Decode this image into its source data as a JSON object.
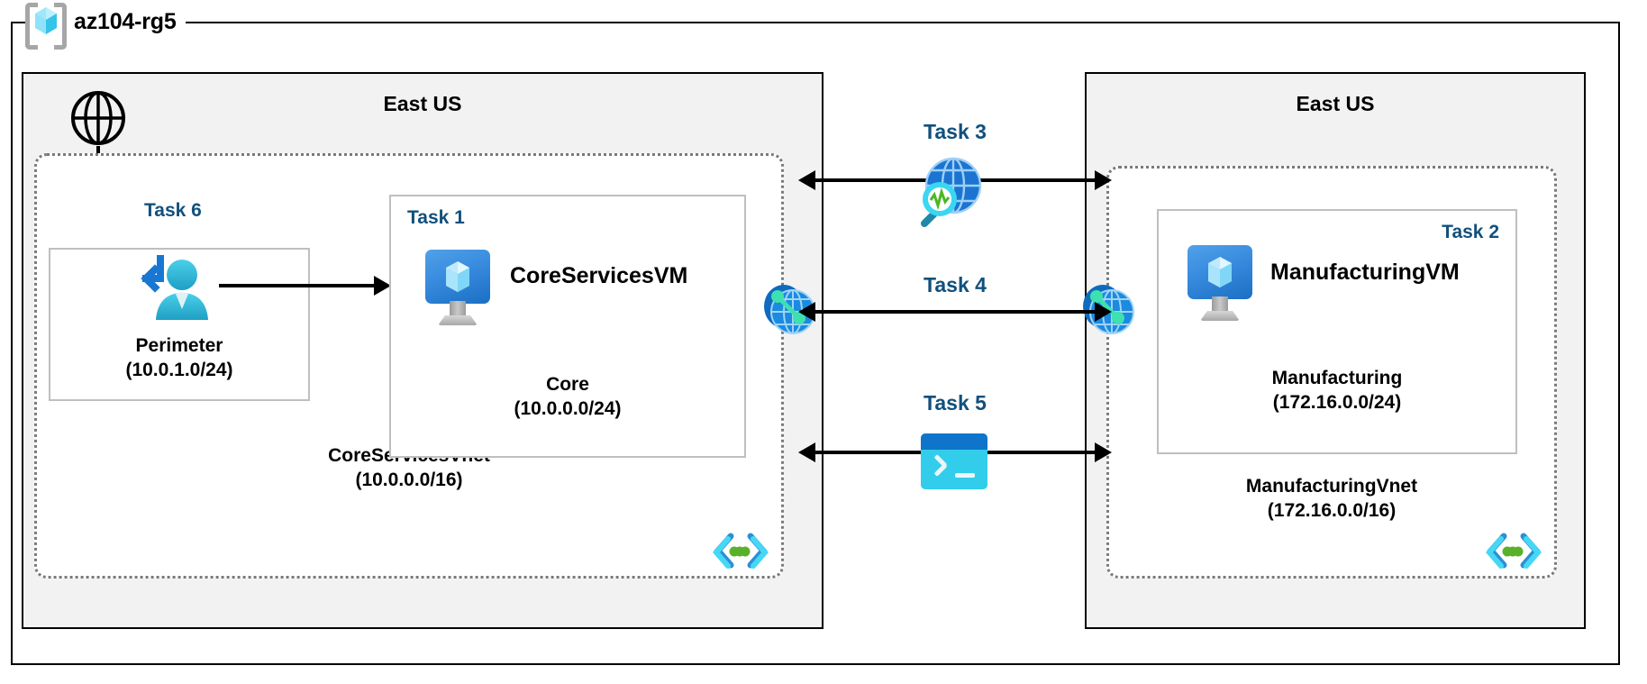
{
  "resource_group": {
    "name": "az104-rg5",
    "icon": "azure-resource-group-icon"
  },
  "regions": [
    {
      "id": "left",
      "label": "East US"
    },
    {
      "id": "right",
      "label": "East US"
    }
  ],
  "left_region": {
    "internet_icon": "globe-icon",
    "vnet": {
      "name": "CoreServicesVnet",
      "cidr": "(10.0.0.0/16)",
      "corner_icon": "code-brackets-icon"
    },
    "perimeter_subnet": {
      "task": "Task 6",
      "icon": "bastion-user-icon",
      "name": "Perimeter",
      "cidr": "(10.0.1.0/24)"
    },
    "core_subnet": {
      "task": "Task 1",
      "vm_icon": "virtual-machine-icon",
      "vm_name": "CoreServicesVM",
      "name": "Core",
      "cidr": "(10.0.0.0/24)"
    }
  },
  "right_region": {
    "vnet": {
      "name": "ManufacturingVnet",
      "cidr": "(172.16.0.0/16)",
      "corner_icon": "code-brackets-icon"
    },
    "manufacturing_subnet": {
      "task": "Task 2",
      "vm_icon": "virtual-machine-icon",
      "vm_name": "ManufacturingVM",
      "name": "Manufacturing",
      "cidr": "(172.16.0.0/24)"
    }
  },
  "connections": [
    {
      "task": "Task 3",
      "icon": "network-watcher-icon",
      "arrows": "bidirectional"
    },
    {
      "task": "Task 4",
      "icon": "vnet-peering-icon",
      "arrows": "bidirectional"
    },
    {
      "task": "Task 5",
      "icon": "cloud-shell-icon",
      "arrows": "bidirectional"
    }
  ],
  "peering_badges": [
    {
      "side": "left",
      "icon": "vnet-peering-icon"
    },
    {
      "side": "right",
      "icon": "vnet-peering-icon"
    }
  ],
  "colors": {
    "task_blue": "#11507c",
    "region_fill": "#f2f2f2",
    "vnet_border": "#7a7a7a",
    "subnet_border": "#bfbfbf",
    "azure_blue": "#0f74ca",
    "cyan": "#32cdea",
    "green": "#59b12a"
  }
}
